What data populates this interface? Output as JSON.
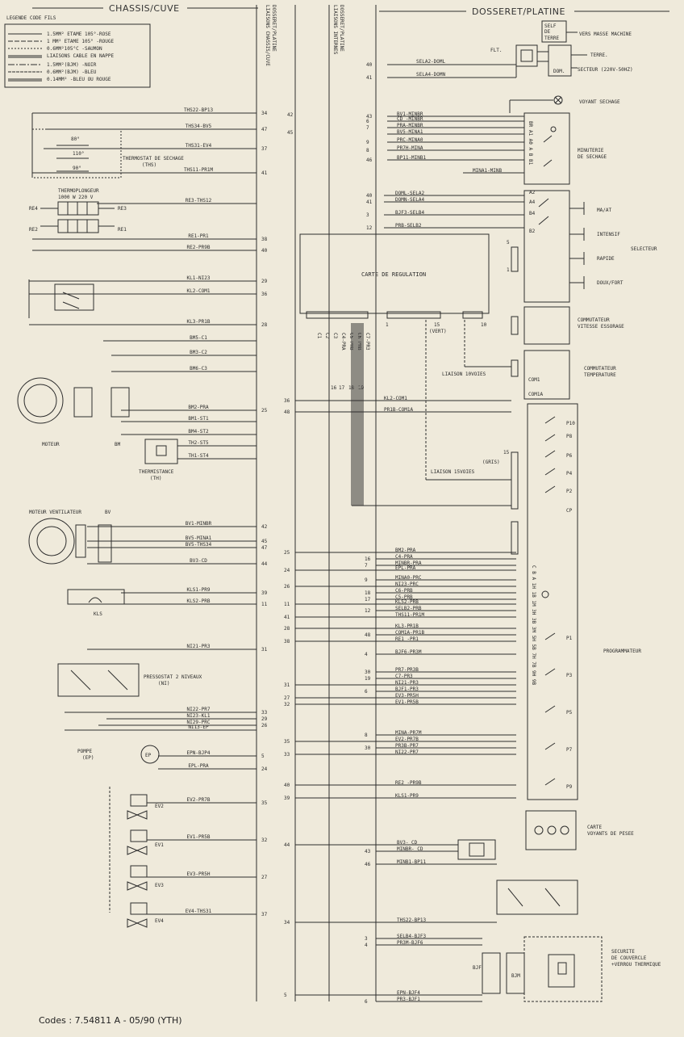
{
  "headers": {
    "chassis": "CHASSIS/CUVE",
    "dosseret": "DOSSERET/PLATINE",
    "liaisons_chassis": [
      "LIAISONS CHASSIS/CUVE",
      "DOSSERET/PLATINE"
    ],
    "liaisons_internes": [
      "LIAISONS INTERNES",
      "DOSSERET/PLATINE"
    ]
  },
  "legend": {
    "title": "LEGENDE CODE FILS",
    "entries": [
      "1.5MM² ETAME 105°-ROSE",
      "1 MM² ETAME 105° -ROUGE",
      "0.6MM²105°C -SAUMON",
      "LIAISONS CABLE EN NAPPE",
      "1.5MM²(BJM) -NOIR",
      "0.6MM²(BJM) -BLEU",
      "0.14MM² -BLEU OU ROUGE"
    ]
  },
  "components": {
    "self_de_terre": [
      "SELF",
      "DE",
      "TERRE"
    ],
    "vers_masse": "VERS MASSE MACHINE",
    "flt": "FLT.",
    "terre": "TERRE.",
    "secteur": "SECTEUR (220V-50HZ)",
    "dom": "DOM.",
    "voyant_sechage": "VOYANT SECHAGE",
    "minuterie": [
      "MINUTERIE",
      "DE SECHAGE"
    ],
    "thermostat": [
      "THERMOSTAT DE SECHAGE",
      "(THS)"
    ],
    "thermoplongeur": [
      "THERMOPLONGEUR",
      "1000 W   220 V"
    ],
    "carte_regulation": "CARTE DE REGULATION",
    "ma_at": "MA/AT",
    "intensif": "INTENSIF",
    "selecteur": "SELECTEUR",
    "rapide": "RAPIDE",
    "doux_fort": "DOUX/FORT",
    "commutateur_essorage": [
      "COMMUTATEUR",
      "VITESSE ESSORAGE"
    ],
    "commutateur_temperature": [
      "COMMUTATEUR",
      "TEMPERATURE"
    ],
    "liaison_10": "LIAISON 10VOIES",
    "liaison_15": "LIAISON 15VOIES",
    "gris": "(GRIS)",
    "vert": "(VERT)",
    "moteur": "MOTEUR",
    "bm": "BM",
    "thermistance": [
      "THERMISTANCE",
      "(TH)"
    ],
    "moteur_ventilateur": "MOTEUR VENTILATEUR",
    "bv": "BV",
    "kls": "KLS",
    "pressostat": [
      "PRESSOSTAT 2 NIVEAUX",
      "(NI)"
    ],
    "pompe": [
      "POMPE",
      "(EP)"
    ],
    "ep": "EP",
    "programmateur": "PROGRAMMATEUR",
    "carte_voyants": [
      "CARTE",
      "VOYANTS DE PESEE"
    ],
    "securite": [
      "SECURITE",
      "DE COUVERCLE",
      "+VERROU THERMIQUE"
    ],
    "bjf": "BJF",
    "bjm": "BJM",
    "com1": "COM1",
    "com1a": "COM1A",
    "p_labels": [
      "P10",
      "P8",
      "P6",
      "P4",
      "P2",
      "CP",
      "P1",
      "P3",
      "P5",
      "P7",
      "P9"
    ],
    "ev_labels": [
      "EV2",
      "EV1",
      "EV3",
      "EV4"
    ],
    "re_labels": [
      "RE4",
      "RE3",
      "RE2",
      "RE1"
    ],
    "th_temps": [
      "80°",
      "110°",
      "90°"
    ]
  },
  "wires_left": [
    {
      "code": "THS22-BP13",
      "num": "34"
    },
    {
      "code": "THS34-BV5",
      "num": "47"
    },
    {
      "code": "THS31-EV4",
      "num": "37"
    },
    {
      "code": "THS11-PR1M",
      "num": "41"
    },
    {
      "code": "RE3-THS12",
      "num": ""
    },
    {
      "code": "RE1-PR1",
      "num": "38"
    },
    {
      "code": "RE2-PR9B",
      "num": "40"
    },
    {
      "code": "KL1-NI23",
      "num": "29"
    },
    {
      "code": "KL2-COM1",
      "num": "36"
    },
    {
      "code": "KL3-PR1B",
      "num": "28"
    },
    {
      "code": "BM5-C1",
      "num": ""
    },
    {
      "code": "BM3-C2",
      "num": ""
    },
    {
      "code": "BM6-C3",
      "num": ""
    },
    {
      "code": "BM2-PRA",
      "num": "25"
    },
    {
      "code": "BM1-ST1",
      "num": ""
    },
    {
      "code": "BM4-ST2",
      "num": ""
    },
    {
      "code": "TH2-ST5",
      "num": ""
    },
    {
      "code": "TH1-ST4",
      "num": ""
    },
    {
      "code": "BV1-MINBR",
      "num": "42"
    },
    {
      "code": "BV5-MINA1",
      "num": "45"
    },
    {
      "code": "BV5-THS34",
      "num": "47"
    },
    {
      "code": "BV3-CD",
      "num": "44"
    },
    {
      "code": "KLS1-PR9",
      "num": "39"
    },
    {
      "code": "KLS2-PRB",
      "num": "11"
    },
    {
      "code": "NI21-PR3",
      "num": "31"
    },
    {
      "code": "NI22-PR7",
      "num": "33"
    },
    {
      "code": "NI23-KL1",
      "num": "29"
    },
    {
      "code": "NI29-PRC",
      "num": "26"
    },
    {
      "code": "NI13-EP",
      "num": ""
    },
    {
      "code": "EPN-BJP4",
      "num": "5"
    },
    {
      "code": "EPL-PRA",
      "num": "24"
    },
    {
      "code": "EV2-PR7B",
      "num": "35"
    },
    {
      "code": "EV1-PR5B",
      "num": "32"
    },
    {
      "code": "EV3-PR5H",
      "num": "27"
    },
    {
      "code": "EV4-THS31",
      "num": "37"
    }
  ],
  "wires_right_top": [
    {
      "code": "SELA2-DOML",
      "num": "40"
    },
    {
      "code": "SELA4-DOMN",
      "num": "41"
    }
  ],
  "wires_minuterie": [
    {
      "code": "BV1-MINBR",
      "num": "43"
    },
    {
      "code": "CD -MINBR",
      "num": "6"
    },
    {
      "code": "PRA-MINBR",
      "num": "7"
    },
    {
      "code": "BV5-MINA1",
      "num": ""
    },
    {
      "code": "PRC-MINA0",
      "num": "9"
    },
    {
      "code": "PR7H-MINA",
      "num": "8"
    },
    {
      "code": "BP11-MINB1",
      "num": "46"
    },
    {
      "code": "MINA1-MINB",
      "num": ""
    }
  ],
  "wires_selecteur": [
    {
      "code": "DOML-SELA2",
      "num": "40"
    },
    {
      "code": "DOMN-SELA4",
      "num": "41"
    },
    {
      "code": "BJF3-SELB4",
      "num": "3"
    },
    {
      "code": "PRB-SELB2",
      "num": "12"
    }
  ],
  "wires_mid": [
    {
      "code": "KL2-COM1",
      "num": "36"
    },
    {
      "code": "PR1B-COM1A",
      "num": "48"
    }
  ],
  "wires_prog": [
    {
      "code": "BM2-PRA",
      "l": "25",
      "r": ""
    },
    {
      "code": "C4-PRA",
      "l": "",
      "r": "16"
    },
    {
      "code": "MINBR-PRA",
      "l": "",
      "r": "7"
    },
    {
      "code": "EPL-PRA",
      "l": "24",
      "r": ""
    },
    {
      "code": "MINA0-PRC",
      "l": "",
      "r": "9"
    },
    {
      "code": "NI23-PRC",
      "l": "26",
      "r": ""
    },
    {
      "code": "C6-PRB",
      "l": "",
      "r": "18"
    },
    {
      "code": "C5-PRB",
      "l": "",
      "r": "17"
    },
    {
      "code": "KLS2-PRB",
      "l": "11",
      "r": ""
    },
    {
      "code": "SELB2-PRB",
      "l": "",
      "r": "12"
    },
    {
      "code": "THS11-PR1M",
      "l": "41",
      "r": ""
    },
    {
      "code": "KL3-PR1B",
      "l": "28",
      "r": ""
    },
    {
      "code": "COM1A-PR1B",
      "l": "",
      "r": "48"
    },
    {
      "code": "RE1 -PR1",
      "l": "38",
      "r": ""
    },
    {
      "code": "BJF6-PR3M",
      "l": "",
      "r": "4"
    },
    {
      "code": "PR7-PR3B",
      "l": "",
      "r": "30"
    },
    {
      "code": "C7-PR3",
      "l": "",
      "r": "19"
    },
    {
      "code": "NI21-PR3",
      "l": "31",
      "r": ""
    },
    {
      "code": "BJF1-PR3",
      "l": "",
      "r": "6"
    },
    {
      "code": "EV3-PR5H",
      "l": "27",
      "r": ""
    },
    {
      "code": "EV1-PR5B",
      "l": "32",
      "r": ""
    },
    {
      "code": "MINA-PR7M",
      "l": "",
      "r": "8"
    },
    {
      "code": "EV2-PR7B",
      "l": "35",
      "r": ""
    },
    {
      "code": "PR3B-PR7",
      "l": "",
      "r": "30"
    },
    {
      "code": "NI22-PR7",
      "l": "33",
      "r": ""
    },
    {
      "code": "RE2 -PR9B",
      "l": "40",
      "r": ""
    },
    {
      "code": "KLS1-PR9",
      "l": "39",
      "r": ""
    }
  ],
  "wires_bottom": [
    {
      "code": "BV3- CD",
      "l": "44",
      "r": ""
    },
    {
      "code": "MINBR- CD",
      "l": "",
      "r": "43"
    },
    {
      "code": "MINB1-BP11",
      "l": "",
      "r": "46"
    },
    {
      "code": "THS22-BP13",
      "l": "34",
      "r": ""
    },
    {
      "code": "SELB4-BJF3",
      "l": "",
      "r": "3"
    },
    {
      "code": "PR3M-BJF6",
      "l": "",
      "r": "4"
    },
    {
      "code": "EPN-BJF4",
      "l": "5",
      "r": ""
    },
    {
      "code": "PR3-BJF1",
      "l": "",
      "r": "6"
    }
  ],
  "small_nums": {
    "lateral_42": "42",
    "lateral_45": "45",
    "connector_nums": [
      "16",
      "17",
      "18",
      "19"
    ],
    "carte_one": "1",
    "carte_fifteen": "15",
    "carte_ten": "10"
  },
  "connector_labels": [
    "C7-PR3",
    "C6-PR8",
    "C5-PR8",
    "C4-PRA",
    "C3",
    "C2",
    "C1"
  ],
  "code": "Codes : 7.54811 A - 05/90 (YTH)"
}
